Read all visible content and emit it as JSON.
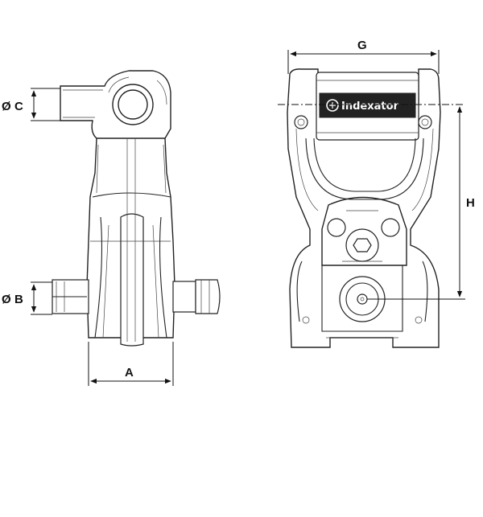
{
  "dimensions": {
    "a": "A",
    "b": "B",
    "c": "C",
    "g": "G",
    "h": "H",
    "diameter_symbol": "Ø"
  },
  "brand": {
    "name": "Indexator"
  }
}
